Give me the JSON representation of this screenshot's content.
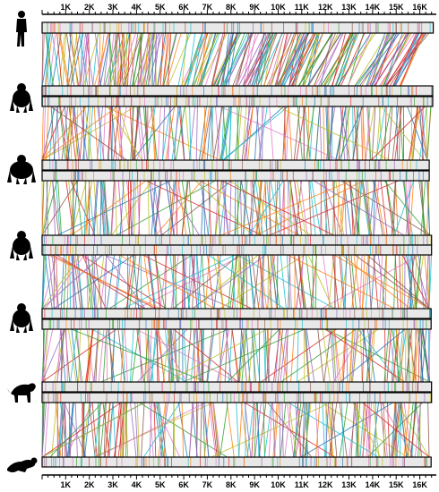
{
  "axis": {
    "unit": "K",
    "max_bp": 16700,
    "tick_labels": [
      "1K",
      "2K",
      "3K",
      "4K",
      "5K",
      "6K",
      "7K",
      "8K",
      "9K",
      "10K",
      "11K",
      "12K",
      "13K",
      "14K",
      "15K",
      "16K"
    ],
    "minor_ticks_per_major": 4
  },
  "species": [
    {
      "name": "human-silhouette-icon",
      "genome_length": 16570
    },
    {
      "name": "chimpanzee-silhouette-icon",
      "genome_length": 16550
    },
    {
      "name": "gorilla-silhouette-icon",
      "genome_length": 16400
    },
    {
      "name": "orangutan-silhouette-icon",
      "genome_length": 16500
    },
    {
      "name": "gibbon-silhouette-icon",
      "genome_length": 16480
    },
    {
      "name": "baboon-silhouette-icon",
      "genome_length": 16500
    },
    {
      "name": "lemur-silhouette-icon",
      "genome_length": 16480
    }
  ],
  "colors": {
    "palette": [
      "#d62728",
      "#2ca02c",
      "#1f77b4",
      "#9467bd",
      "#8c564b",
      "#e377c2",
      "#bcbd22",
      "#17becf",
      "#ff7f0e"
    ],
    "track_fill": "#e8e8e8",
    "track_stroke": "#000000"
  }
}
